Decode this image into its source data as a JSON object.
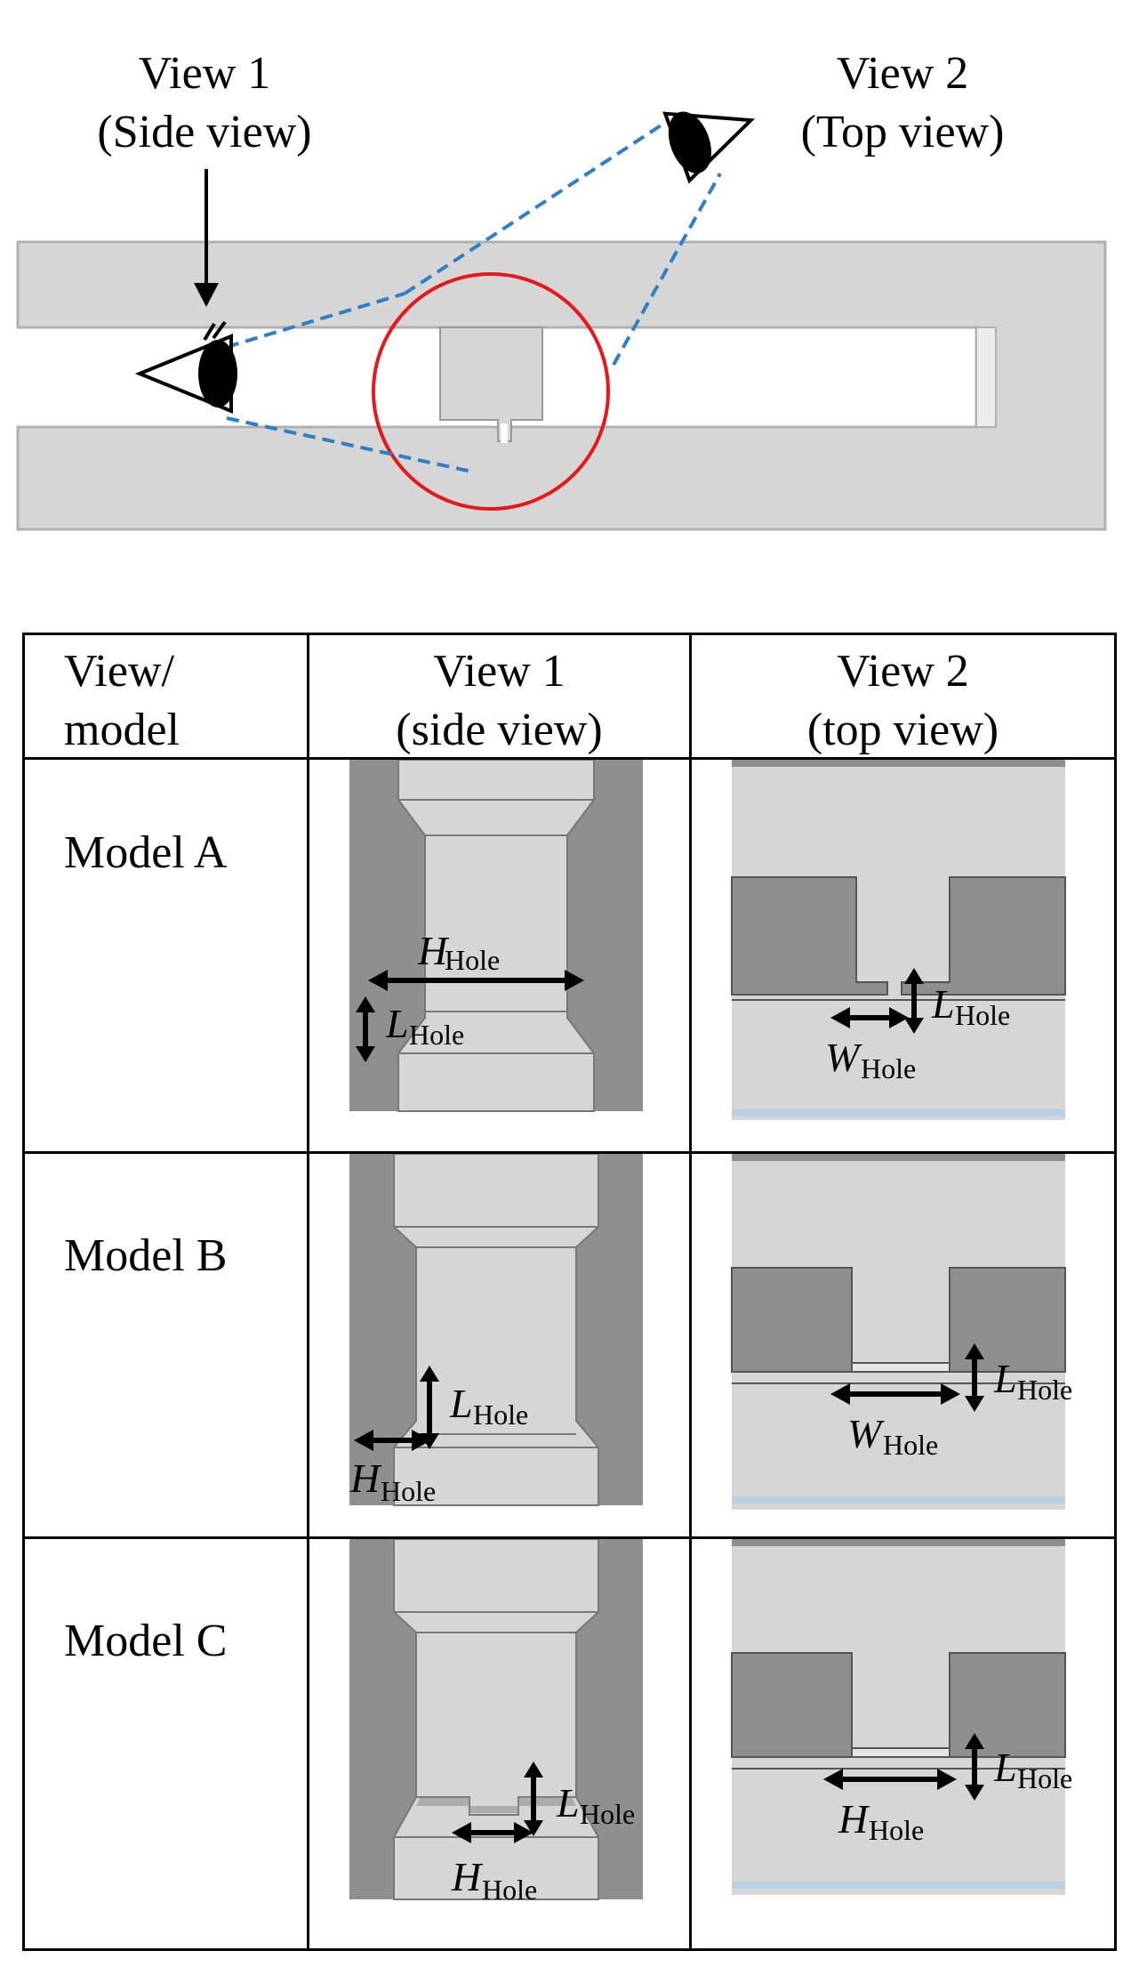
{
  "figure": {
    "view1_title": "View 1",
    "view1_subtitle": "(Side view)",
    "view2_title": "View 2",
    "view2_subtitle": "(Top view)"
  },
  "table": {
    "header_col1_line1": "View/",
    "header_col1_line2": "model",
    "header_col2_line1": "View 1",
    "header_col2_line2": "(side view)",
    "header_col3_line1": "View 2",
    "header_col3_line2": "(top view)",
    "rows": [
      {
        "model": "Model A",
        "side_labels": [
          "H",
          "Hole",
          "L",
          "Hole"
        ],
        "top_labels": [
          "L",
          "Hole",
          "W",
          "Hole"
        ]
      },
      {
        "model": "Model B",
        "side_labels": [
          "L",
          "Hole",
          "H",
          "Hole"
        ],
        "top_labels": [
          "L",
          "Hole",
          "W",
          "Hole"
        ]
      },
      {
        "model": "Model C",
        "side_labels": [
          "L",
          "Hole",
          "H",
          "Hole"
        ],
        "top_labels": [
          "L",
          "Hole",
          "H",
          "Hole"
        ]
      }
    ]
  },
  "colors": {
    "light_gray": "#d6d6d6",
    "dark_gray": "#8f8f8f",
    "circle": "#e8171b",
    "dash": "#2f7fc6",
    "frame_edge": "#b0b0b0"
  }
}
